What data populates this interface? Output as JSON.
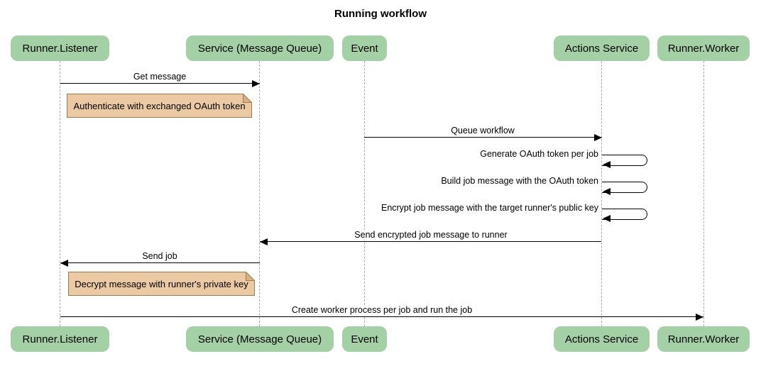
{
  "title": "Running workflow",
  "participants": [
    {
      "label": "Runner.Listener"
    },
    {
      "label": "Service (Message Queue)"
    },
    {
      "label": "Event"
    },
    {
      "label": "Actions Service"
    },
    {
      "label": "Runner.Worker"
    }
  ],
  "messages": [
    {
      "type": "arrow",
      "from": "Runner.Listener",
      "to": "Service (Message Queue)",
      "label": "Get message"
    },
    {
      "type": "note",
      "over": "Runner.Listener",
      "label": "Authenticate with exchanged OAuth token"
    },
    {
      "type": "arrow",
      "from": "Event",
      "to": "Actions Service",
      "label": "Queue workflow"
    },
    {
      "type": "self",
      "on": "Actions Service",
      "label": "Generate OAuth token per job"
    },
    {
      "type": "self",
      "on": "Actions Service",
      "label": "Build job message with the OAuth token"
    },
    {
      "type": "self",
      "on": "Actions Service",
      "label": "Encrypt job message with the target runner's public key"
    },
    {
      "type": "arrow",
      "from": "Actions Service",
      "to": "Service (Message Queue)",
      "label": "Send encrypted job message to runner"
    },
    {
      "type": "arrow",
      "from": "Service (Message Queue)",
      "to": "Runner.Listener",
      "label": "Send job"
    },
    {
      "type": "note",
      "over": "Runner.Listener",
      "label": "Decrypt message with runner's private key"
    },
    {
      "type": "arrow",
      "from": "Runner.Listener",
      "to": "Runner.Worker",
      "label": "Create worker process per job and run the job"
    }
  ],
  "colors": {
    "participant_fill": "#a3d0a4",
    "note_fill": "#ebc9a2",
    "note_border": "#9d7b4e",
    "note_fold": "#d9b183",
    "lifeline": "#a9a9a9",
    "message_line": "#000000",
    "text": "#000000",
    "background": "#ffffff"
  }
}
